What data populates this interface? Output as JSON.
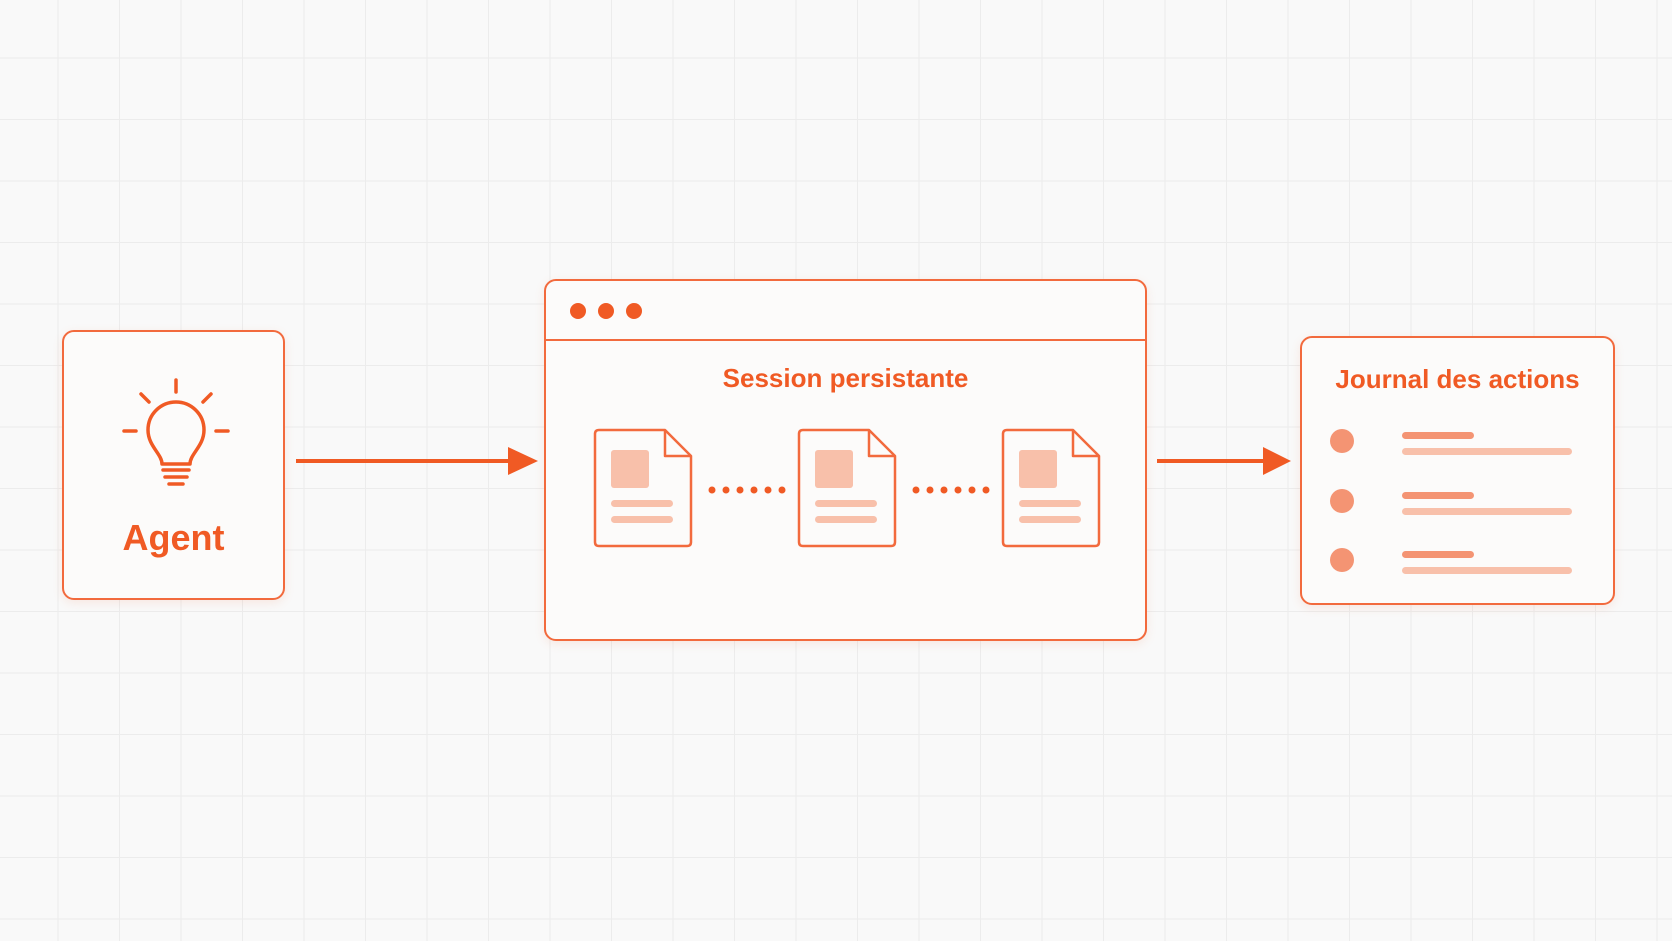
{
  "diagram": {
    "agent": {
      "label": "Agent",
      "icon": "lightbulb-icon"
    },
    "session": {
      "title": "Session persistante",
      "window_controls": 3,
      "documents": 3
    },
    "journal": {
      "title": "Journal des actions",
      "entries": 3
    },
    "colors": {
      "accent": "#f05a24",
      "stroke": "#f26a3d",
      "light_fill": "#f8c0aa",
      "medium_fill": "#f49473",
      "background": "#f9f9f9",
      "grid": "#ececec"
    }
  }
}
